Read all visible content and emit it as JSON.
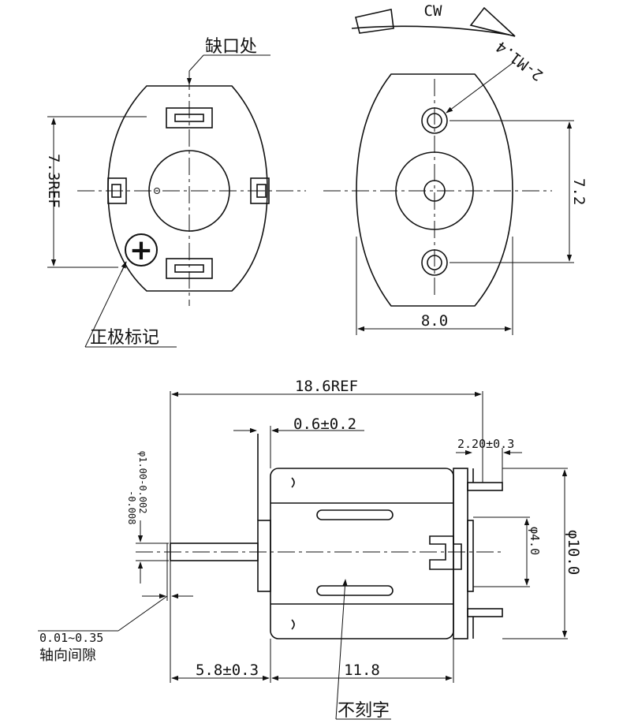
{
  "labels": {
    "notch": "缺口处",
    "polarity_mark": "正极标记",
    "rotation": "CW",
    "screw_holes": "2-M1.4",
    "height_ref": "7.3REF",
    "hole_spacing": "7.2",
    "width": "8.0",
    "overall_length": "18.6REF",
    "flange_thickness": "0.6±0.2",
    "terminal_length": "2.20±0.3",
    "shaft_dia": "φ1.00-0.002",
    "shaft_dia_lower_tol": "-0.008",
    "boss_dia": "φ4.0",
    "body_dia": "φ10.0",
    "axial_play": "0.01~0.35",
    "axial_play_label": "轴向间隙",
    "shaft_length": "5.8±0.3",
    "body_length": "11.8",
    "no_engraving": "不刻字"
  },
  "symbols": {
    "positive": "+"
  }
}
